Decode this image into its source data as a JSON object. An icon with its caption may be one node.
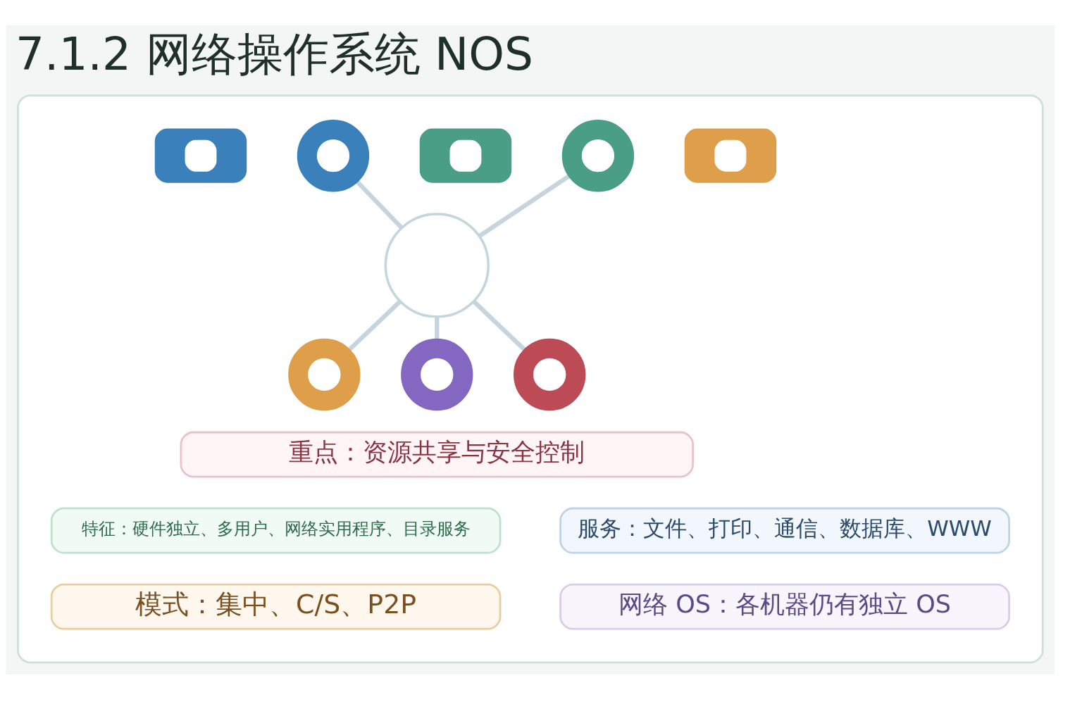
{
  "diagram": {
    "title": "7.1.2 网络操作系统 NOS",
    "nodes": [
      {
        "text": [],
        "shape": "box"
      },
      {
        "text": [],
        "shape": "box",
        "in": 0
      },
      {
        "text": [],
        "shape": "circle",
        "in": 0
      },
      {
        "text": [],
        "shape": "box",
        "in": 0
      },
      {
        "text": [],
        "shape": "circle",
        "in": 0
      },
      {
        "text": [],
        "shape": "box",
        "in": 0
      },
      {
        "text": [],
        "shape": "circle",
        "in": 0
      },
      {
        "text": [],
        "shape": "circle",
        "in": 0
      },
      {
        "text": [],
        "shape": "circle",
        "in": 0
      },
      {
        "text": [],
        "shape": "circle",
        "in": 0
      },
      {
        "text": [
          "重点：资源共享与安全控制"
        ],
        "in": 0
      },
      {
        "text": [
          "特征：硬件独立、多用户、网络实用程序、目录服务"
        ],
        "in": 0
      },
      {
        "text": [
          "服务：文件、打印、通信、数据库、WWW"
        ],
        "in": 0
      },
      {
        "text": [
          "模式：集中、C/S、P2P"
        ],
        "in": 0
      },
      {
        "text": [
          "网络 OS：各机器仍有独立 OS"
        ],
        "in": 0
      }
    ],
    "edges": [
      {
        "from": 2,
        "to": 6,
        "arrow": "none"
      },
      {
        "from": 4,
        "to": 6,
        "arrow": "none"
      },
      {
        "from": 6,
        "to": 7,
        "arrow": "none"
      },
      {
        "from": 6,
        "to": 8,
        "arrow": "none"
      },
      {
        "from": 6,
        "to": 9,
        "arrow": "none"
      }
    ]
  }
}
